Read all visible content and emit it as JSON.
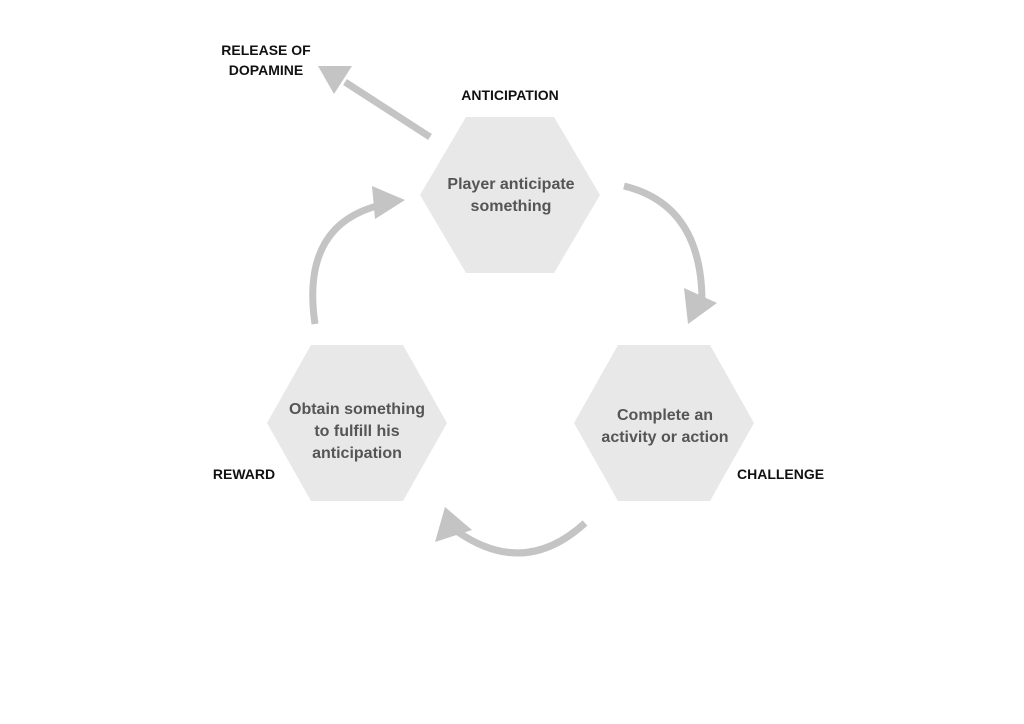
{
  "diagram": {
    "release_label_line1": "RELEASE OF",
    "release_label_line2": "DOPAMINE",
    "stages": {
      "anticipation": {
        "label": "ANTICIPATION",
        "text_line1": "Player anticipate",
        "text_line2": "something"
      },
      "challenge": {
        "label": "CHALLENGE",
        "text_line1": "Complete an",
        "text_line2": "activity or action"
      },
      "reward": {
        "label": "REWARD",
        "text_line1": "Obtain something",
        "text_line2": "to fulfill his",
        "text_line3": "anticipation"
      }
    },
    "colors": {
      "hexagon_fill": "#e8e8e8",
      "arrow": "#c4c4c4",
      "hex_text": "#555555",
      "label_text": "#111111"
    }
  }
}
